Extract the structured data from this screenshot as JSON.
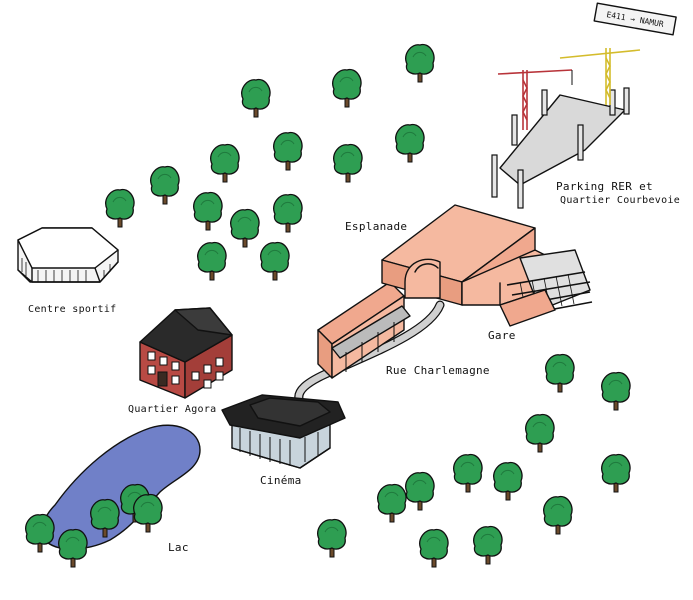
{
  "sign": {
    "text": "E411 → NAMUR"
  },
  "labels": {
    "esplanade": "Esplanade",
    "gare": "Gare",
    "parking_line1": "Parking RER et",
    "parking_line2": "Quartier Courbevoie",
    "centre_sportif": "Centre sportif",
    "quartier_agora": "Quartier Agora",
    "rue_charlemagne": "Rue Charlemagne",
    "cinema": "Cinéma",
    "lac": "Lac"
  },
  "colors": {
    "tree_foliage": "#2e9e52",
    "tree_trunk": "#6b4a2b",
    "building": "#f5b9a0",
    "building_shade": "#e89d80",
    "brick": "#b84a44",
    "roof_dark": "#2a2a2a",
    "lake": "#7080c8",
    "parking": "#d9d9d9",
    "crane_red": "#b8343a",
    "crane_yellow": "#e8d24a",
    "road": "#d0d0d0",
    "glass": "#c8d4dc"
  }
}
